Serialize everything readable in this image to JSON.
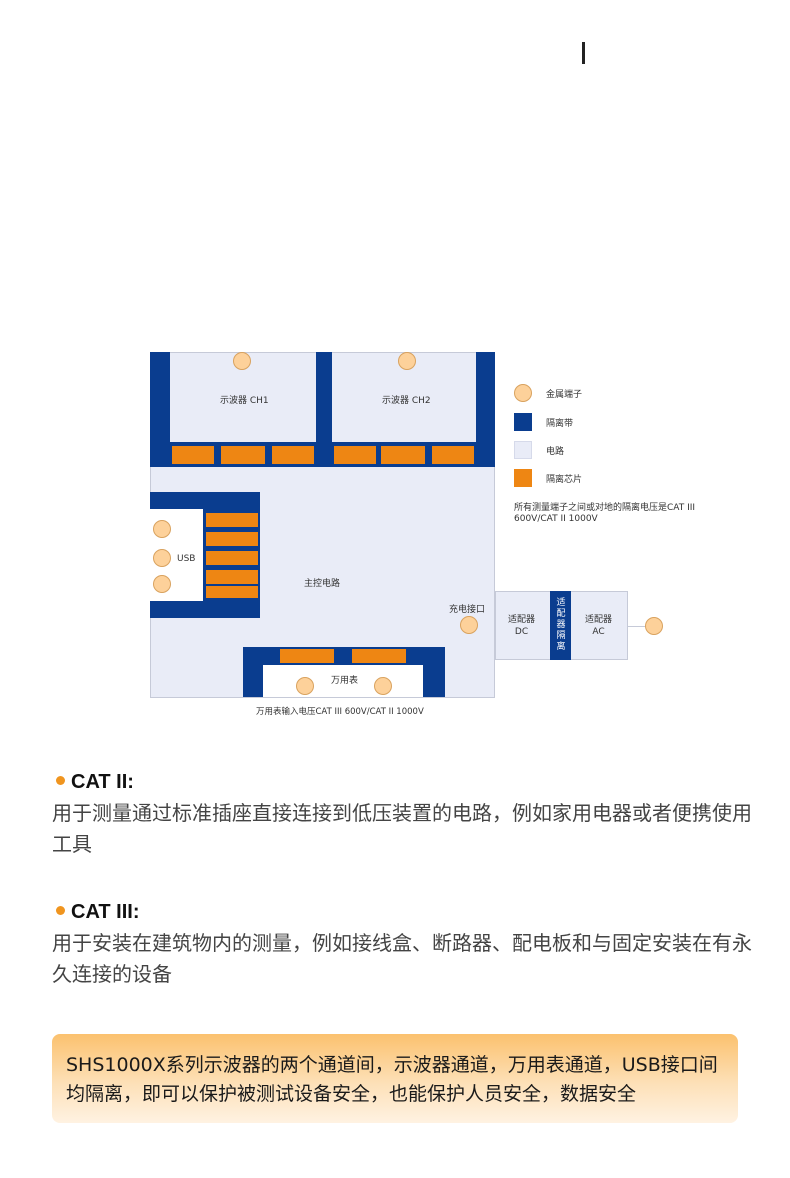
{
  "diagram": {
    "ch1": "示波器 CH1",
    "ch2": "示波器 CH2",
    "usb": "USB",
    "main_circuit": "主控电路",
    "charge_port": "充电接口",
    "adapter_dc": "适配器\nDC",
    "adapter_iso": "适\n配\n器\n隔\n离",
    "adapter_ac": "适配器\nAC",
    "multimeter": "万用表",
    "multimeter_note": "万用表输入电压CAT III 600V/CAT II 1000V",
    "legend": [
      {
        "label": "金属端子",
        "color": "#fdd19a"
      },
      {
        "label": "隔离带",
        "color": "#0a3d8f"
      },
      {
        "label": "电路",
        "color": "#e9ecf7"
      },
      {
        "label": "隔离芯片",
        "color": "#ee8613"
      }
    ],
    "legend_note": "所有测量端子之间或对地的隔离电压是CAT III 600V/CAT II 1000V"
  },
  "sections": [
    {
      "title": "CAT II:",
      "body": "用于测量通过标准插座直接连接到低压装置的电路，例如家用电器或者便携使用工具"
    },
    {
      "title": "CAT III:",
      "body": "用于安装在建筑物内的测量，例如接线盒、断路器、配电板和与固定安装在有永久连接的设备"
    }
  ],
  "banner": {
    "text": "SHS1000X系列示波器的两个通道间，示波器通道，万用表通道，USB接口间均隔离，即可以保护被测试设备安全，也能保护人员安全，数据安全"
  }
}
